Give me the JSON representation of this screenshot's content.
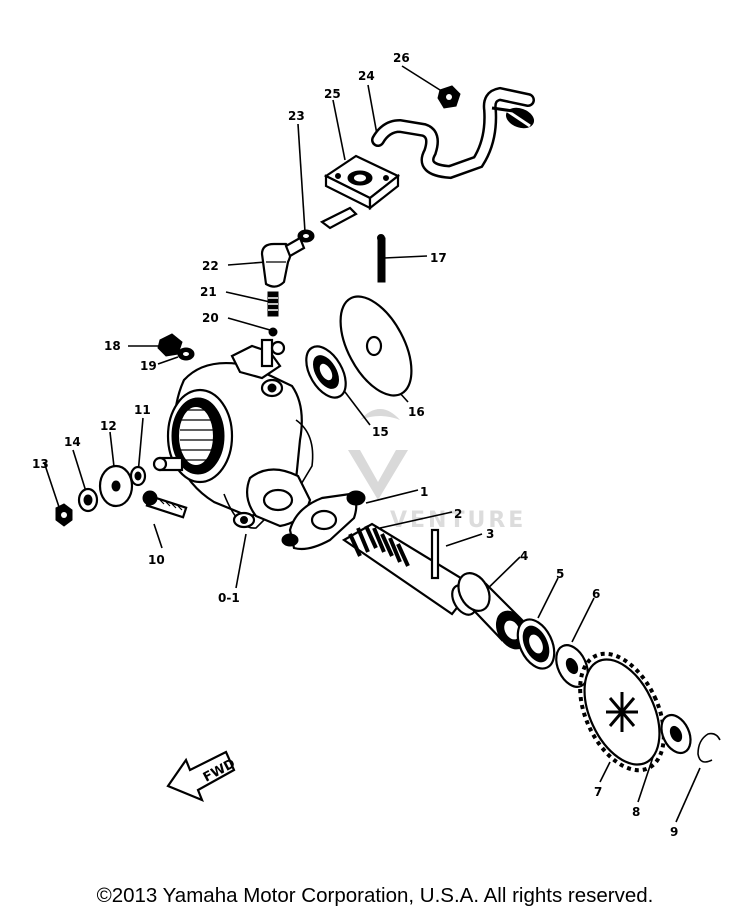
{
  "callouts": {
    "c1": "1",
    "c2": "2",
    "c3": "3",
    "c4": "4",
    "c5": "5",
    "c6": "6",
    "c7": "7",
    "c8": "8",
    "c9": "9",
    "c10": "10",
    "c11": "11",
    "c12": "12",
    "c13": "13",
    "c14": "14",
    "c15": "15",
    "c16": "16",
    "c17": "17",
    "c18": "18",
    "c19": "19",
    "c20": "20",
    "c21": "21",
    "c22": "22",
    "c23": "23",
    "c24": "24",
    "c25": "25",
    "c26": "26",
    "c0_1": "0-1"
  },
  "fwd_arrow_label": "FWD",
  "watermark_text": "VENTURE",
  "copyright": "©2013 Yamaha Motor Corporation, U.S.A. All rights reserved."
}
